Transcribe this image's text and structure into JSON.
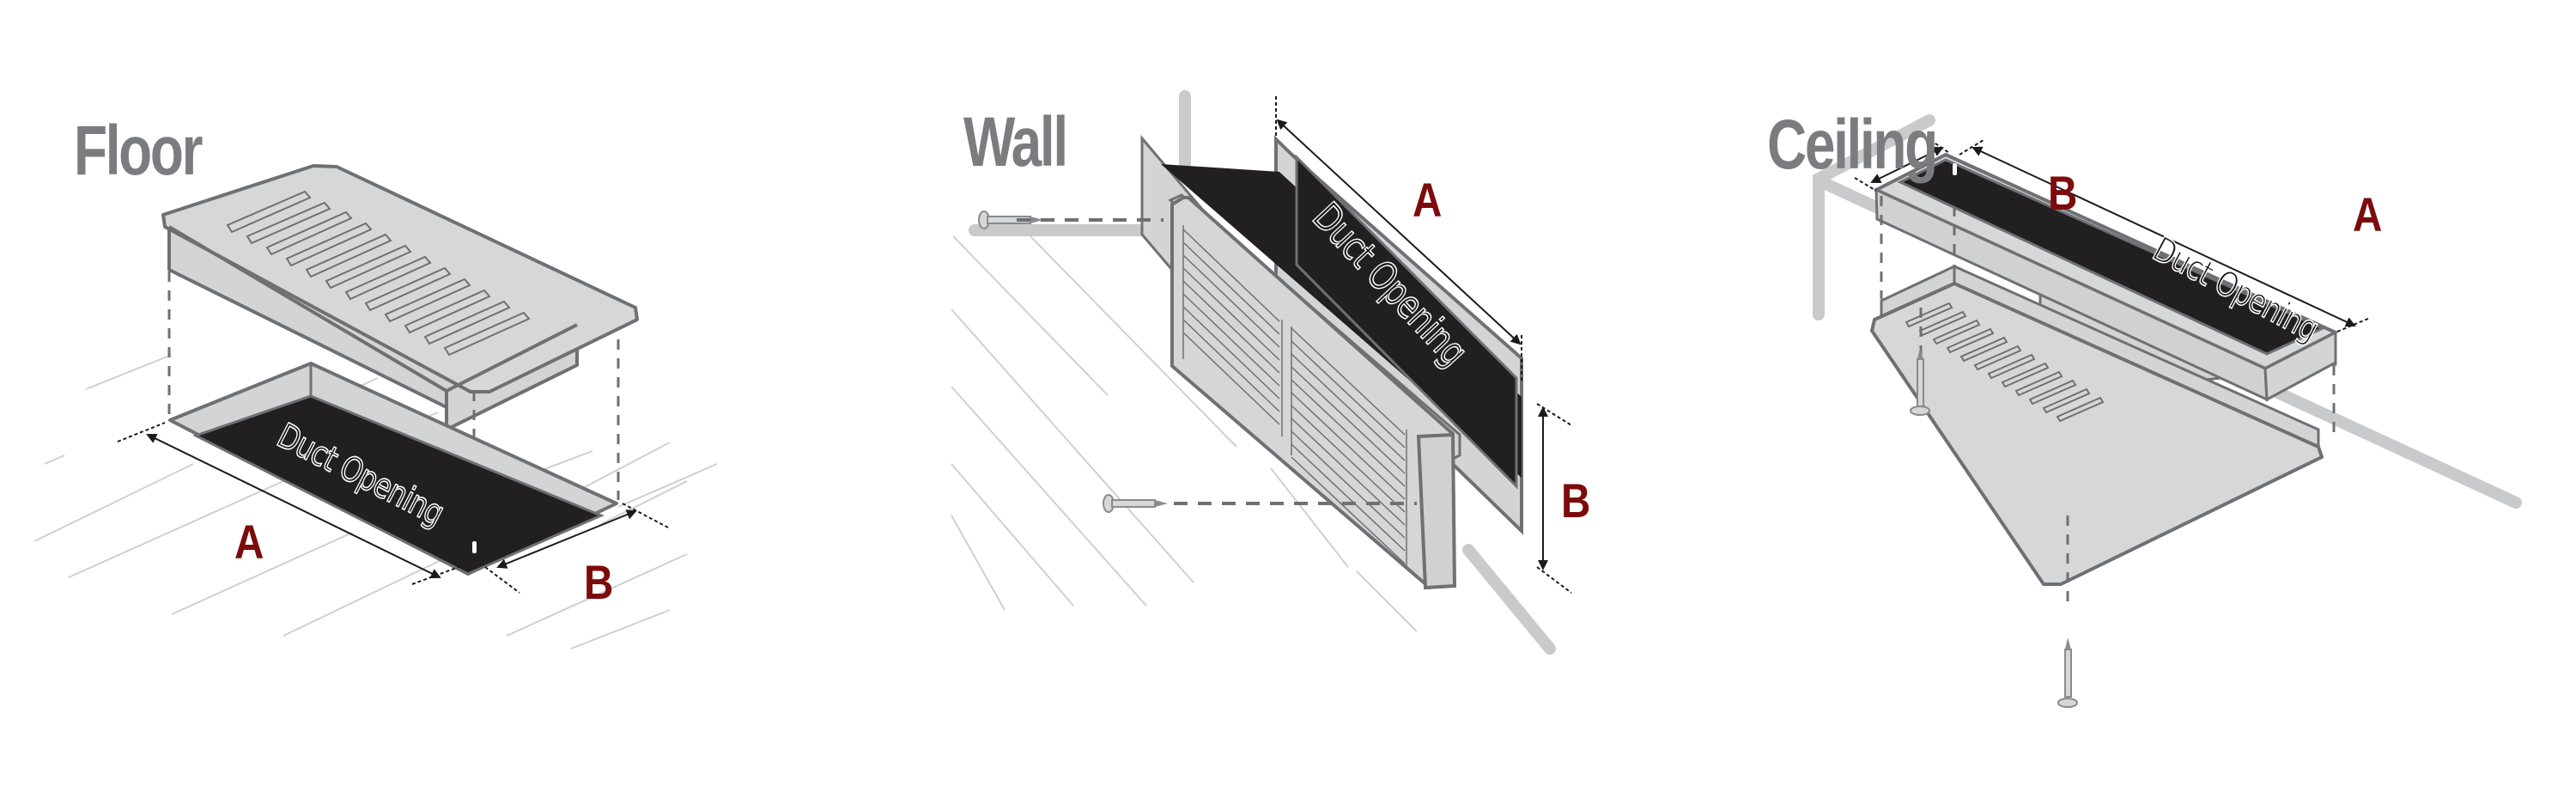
{
  "diagram": {
    "colors": {
      "title_gray": "#7b7c80",
      "dimension_red": "#7d0b0b",
      "part_fill": "#d3d4d6",
      "outline": "#6f7073",
      "opening_black": "#221f20",
      "structure_gray": "#c9cacc",
      "floor_lines": "#cfd0d2"
    },
    "panels": [
      {
        "id": "floor",
        "title": "Floor",
        "opening_label": "Duct Opening",
        "dimension_a": "A",
        "dimension_b": "B",
        "grille_slots": 12
      },
      {
        "id": "wall",
        "title": "Wall",
        "opening_label": "Duct Opening",
        "dimension_a": "A",
        "dimension_b": "B",
        "grille_louvers": "2 columns"
      },
      {
        "id": "ceiling",
        "title": "Ceiling",
        "opening_label": "Duct Opening",
        "dimension_a": "A",
        "dimension_b": "B",
        "grille_slots": 12
      }
    ]
  }
}
